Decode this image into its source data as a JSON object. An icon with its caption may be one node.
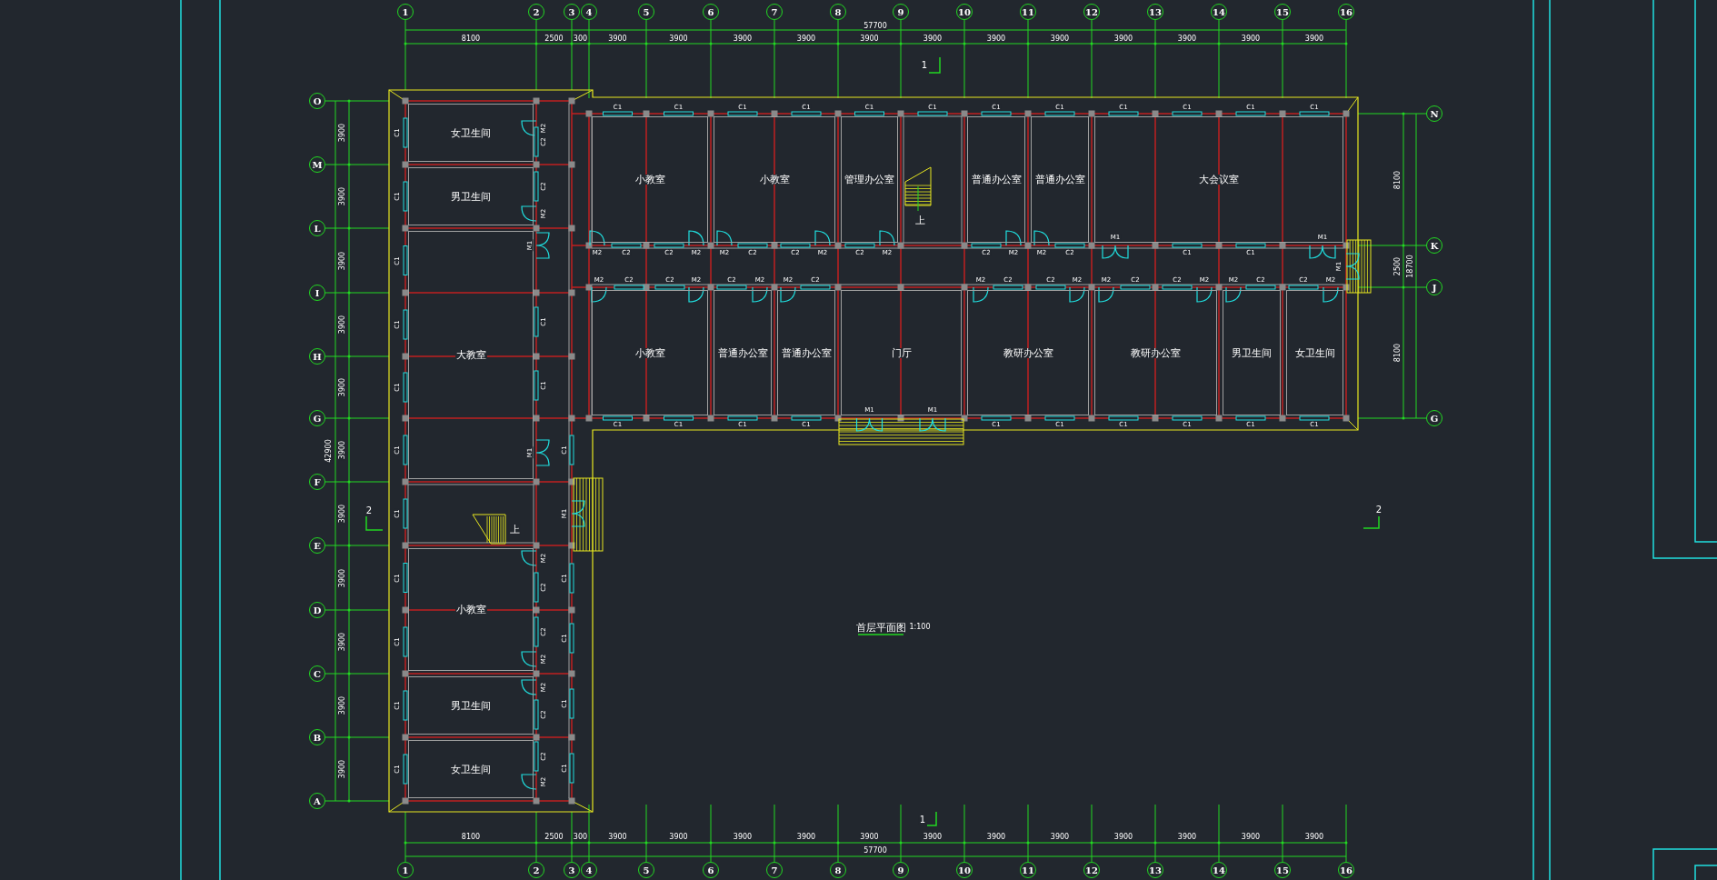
{
  "diagram": {
    "title": "首层平面图",
    "nodes": [
      {
        "text": [
          "1"
        ]
      },
      {
        "text": [
          "2"
        ]
      },
      {
        "text": [
          "3"
        ]
      },
      {
        "text": [
          "4"
        ]
      },
      {
        "text": [
          "5"
        ]
      },
      {
        "text": [
          "6"
        ]
      },
      {
        "text": [
          "7"
        ]
      },
      {
        "text": [
          "8"
        ]
      },
      {
        "text": [
          "9"
        ]
      },
      {
        "text": [
          "10"
        ]
      },
      {
        "text": [
          "11"
        ]
      },
      {
        "text": [
          "12"
        ]
      },
      {
        "text": [
          "13"
        ]
      },
      {
        "text": [
          "14"
        ]
      },
      {
        "text": [
          "15"
        ]
      },
      {
        "text": [
          "16"
        ]
      },
      {
        "text": [
          "O"
        ]
      },
      {
        "text": [
          "M"
        ]
      },
      {
        "text": [
          "L"
        ]
      },
      {
        "text": [
          "I"
        ]
      },
      {
        "text": [
          "H"
        ]
      },
      {
        "text": [
          "G"
        ]
      },
      {
        "text": [
          "F"
        ]
      },
      {
        "text": [
          "E"
        ]
      },
      {
        "text": [
          "D"
        ]
      },
      {
        "text": [
          "C"
        ]
      },
      {
        "text": [
          "B"
        ]
      },
      {
        "text": [
          "A"
        ]
      },
      {
        "text": [
          "N"
        ]
      },
      {
        "text": [
          "K"
        ]
      },
      {
        "text": [
          "J"
        ]
      },
      {
        "text": [
          "G"
        ]
      },
      {
        "text": [
          "女卫生间"
        ]
      },
      {
        "text": [
          "男卫生间"
        ]
      },
      {
        "text": [
          "小教室"
        ]
      },
      {
        "text": [
          "小教室"
        ]
      },
      {
        "text": [
          "管理办公室"
        ]
      },
      {
        "text": [
          "普通办公室"
        ]
      },
      {
        "text": [
          "普通办公室"
        ]
      },
      {
        "text": [
          "大会议室"
        ]
      },
      {
        "text": [
          "大教室"
        ]
      },
      {
        "text": [
          "小教室"
        ]
      },
      {
        "text": [
          "普通办公室"
        ]
      },
      {
        "text": [
          "普通办公室"
        ]
      },
      {
        "text": [
          "门厅"
        ]
      },
      {
        "text": [
          "教研办公室"
        ]
      },
      {
        "text": [
          "教研办公室"
        ]
      },
      {
        "text": [
          "男卫生间"
        ]
      },
      {
        "text": [
          "女卫生间"
        ]
      },
      {
        "text": [
          "小教室"
        ]
      },
      {
        "text": [
          "男卫生间"
        ]
      },
      {
        "text": [
          "女卫生间"
        ]
      },
      {
        "text": [
          "1"
        ]
      },
      {
        "text": [
          "2"
        ]
      },
      {
        "text": [
          "3"
        ]
      },
      {
        "text": [
          "4"
        ]
      },
      {
        "text": [
          "5"
        ]
      },
      {
        "text": [
          "6"
        ]
      },
      {
        "text": [
          "7"
        ]
      },
      {
        "text": [
          "8"
        ]
      },
      {
        "text": [
          "9"
        ]
      },
      {
        "text": [
          "10"
        ]
      },
      {
        "text": [
          "11"
        ]
      },
      {
        "text": [
          "12"
        ]
      },
      {
        "text": [
          "13"
        ]
      },
      {
        "text": [
          "14"
        ]
      },
      {
        "text": [
          "15"
        ]
      },
      {
        "text": [
          "16"
        ]
      }
    ],
    "labels": [
      "57700",
      "8100",
      "2500",
      "300",
      "3900",
      "3900",
      "3900",
      "3900",
      "3900",
      "3900",
      "3900",
      "3900",
      "3900",
      "3900",
      "3900",
      "3900",
      "1",
      "C1",
      "C1",
      "C1",
      "C1",
      "C1",
      "C1",
      "C1",
      "C1",
      "C1",
      "C1",
      "C1",
      "C1",
      "M2",
      "C2",
      "C2",
      "M2",
      "M2",
      "C2",
      "C2",
      "M2",
      "C2",
      "M2",
      "C2",
      "M2",
      "M2",
      "C2",
      "M1",
      "C1",
      "C1",
      "M1",
      "M1",
      "8100",
      "2500",
      "8100",
      "18700",
      "M2",
      "C2",
      "C2",
      "M2",
      "C2",
      "M2",
      "M2",
      "C2",
      "M2",
      "C2",
      "C2",
      "M2",
      "M2",
      "C2",
      "C2",
      "M2",
      "M2",
      "C2",
      "C2",
      "M2",
      "C1",
      "C1",
      "C1",
      "C1",
      "M1",
      "M1",
      "C1",
      "C1",
      "C1",
      "C1",
      "C1",
      "C1",
      "上",
      "上",
      "3900",
      "3900",
      "3900",
      "3900",
      "3900",
      "3900",
      "3900",
      "3900",
      "3900",
      "3900",
      "3900",
      "42900",
      "C1",
      "C1",
      "C1",
      "C1",
      "C1",
      "C1",
      "C1",
      "C1",
      "C1",
      "C1",
      "C1",
      "M2",
      "C2",
      "C2",
      "M2",
      "M1",
      "C1",
      "C1",
      "M1",
      "M2",
      "C2",
      "C2",
      "M2",
      "M2",
      "C2",
      "C2",
      "M2",
      "C1",
      "M1",
      "C1",
      "C1",
      "C1",
      "C1",
      "2",
      "2",
      "1:100",
      "1",
      "8100",
      "2500",
      "300",
      "3900",
      "3900",
      "3900",
      "3900",
      "3900",
      "3900",
      "3900",
      "3900",
      "3900",
      "3900",
      "3900",
      "3900",
      "57700"
    ]
  }
}
